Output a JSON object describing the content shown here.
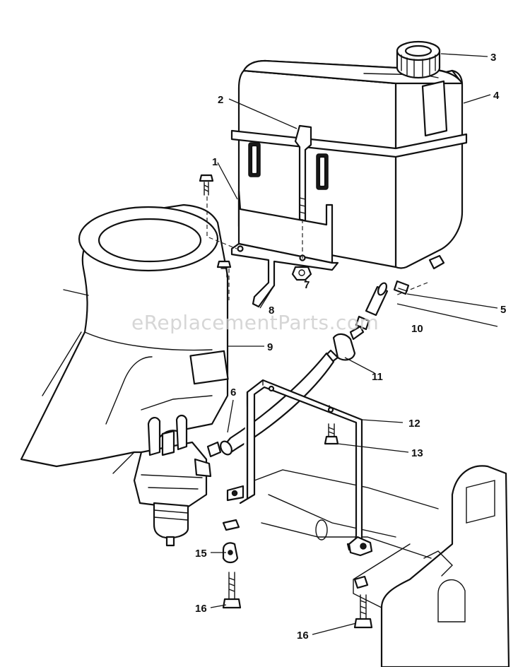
{
  "diagram": {
    "watermark": "eReplacementParts.com",
    "callouts": [
      {
        "id": "c1",
        "label": "1"
      },
      {
        "id": "c2",
        "label": "2"
      },
      {
        "id": "c3",
        "label": "3"
      },
      {
        "id": "c4",
        "label": "4"
      },
      {
        "id": "c5",
        "label": "5"
      },
      {
        "id": "c6",
        "label": "6"
      },
      {
        "id": "c7",
        "label": "7"
      },
      {
        "id": "c8",
        "label": "8"
      },
      {
        "id": "c9",
        "label": "9"
      },
      {
        "id": "c10",
        "label": "10"
      },
      {
        "id": "c11",
        "label": "11"
      },
      {
        "id": "c12",
        "label": "12"
      },
      {
        "id": "c13",
        "label": "13"
      },
      {
        "id": "c15",
        "label": "15"
      },
      {
        "id": "c16a",
        "label": "16"
      },
      {
        "id": "c16b",
        "label": "16"
      }
    ]
  }
}
